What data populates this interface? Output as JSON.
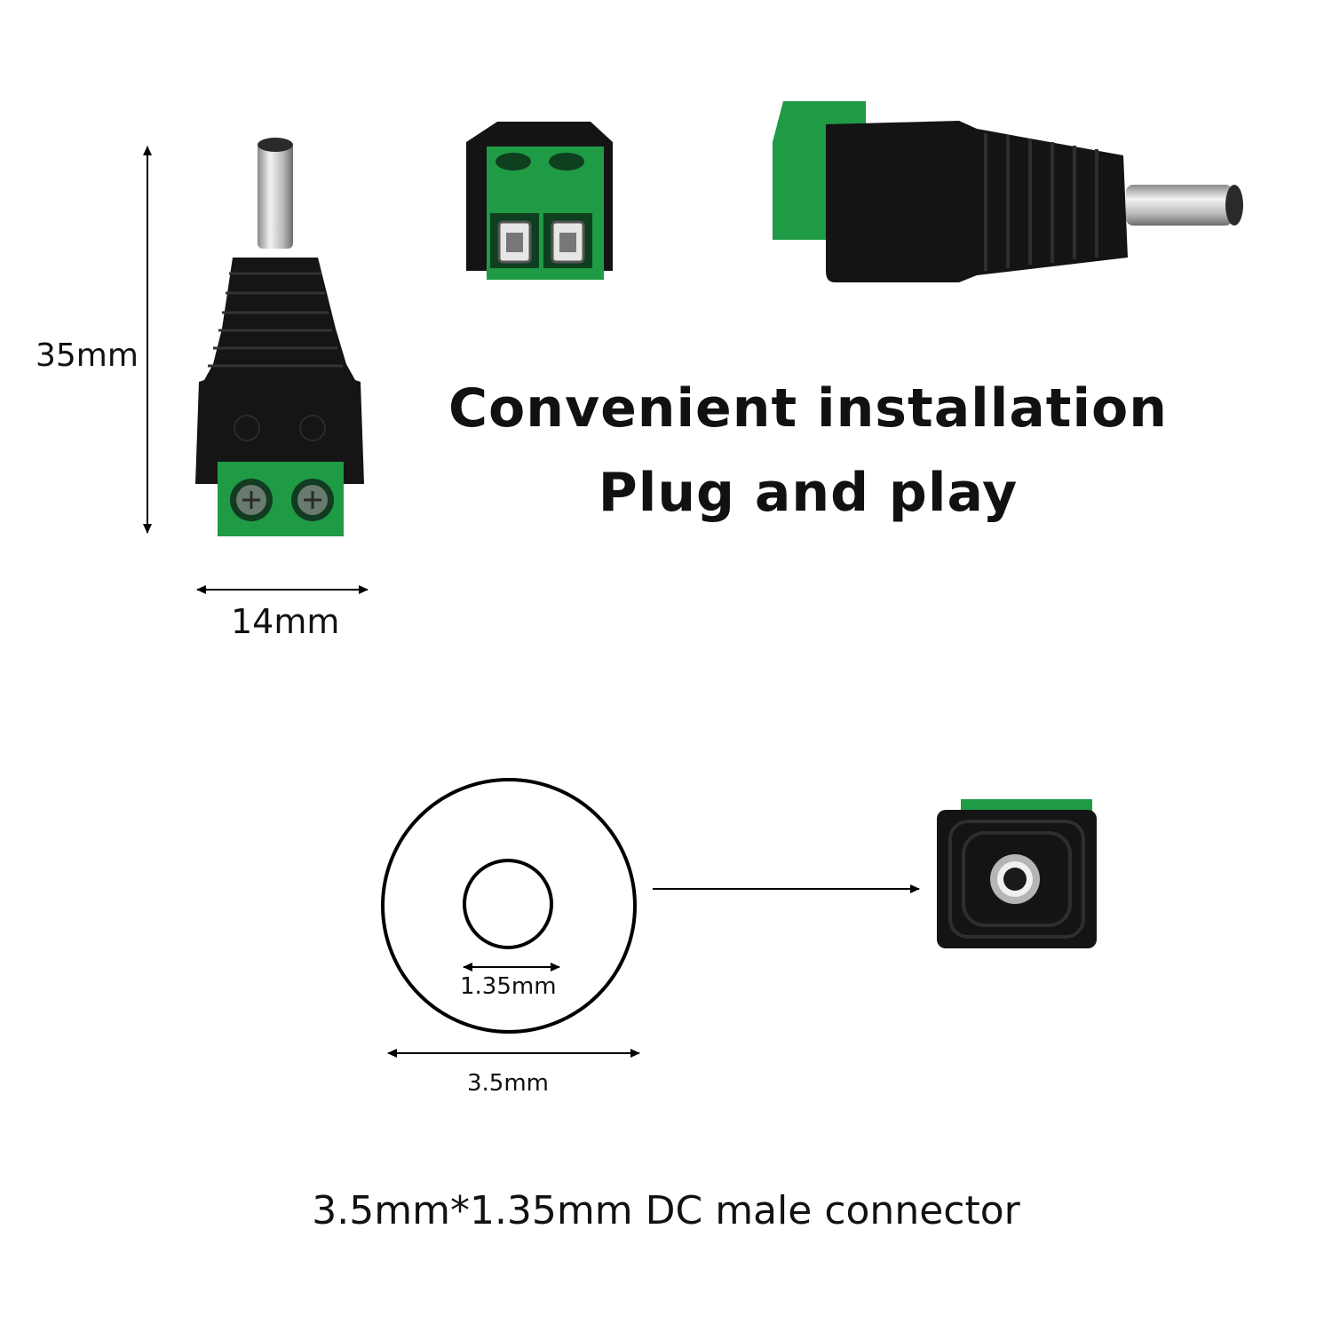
{
  "dimensions": {
    "length_label": "35mm",
    "width_label": "14mm",
    "pin_inner_label": "1.35mm",
    "pin_outer_label": "3.5mm"
  },
  "headline": {
    "line1": "Convenient installation",
    "line2": "Plug and play"
  },
  "caption": "3.5mm*1.35mm DC male connector",
  "colors": {
    "terminal_green": "#1f9a45",
    "body_black": "#141414",
    "pin_silver": "#c8c8c8"
  }
}
